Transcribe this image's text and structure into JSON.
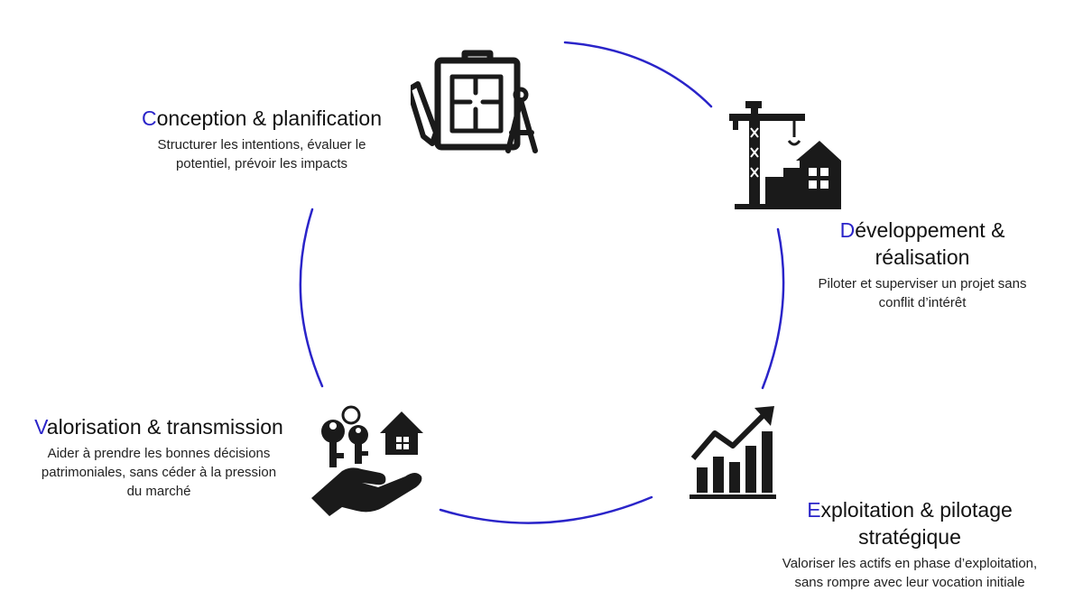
{
  "cycle_color": "#2a24c9",
  "icon_color": "#1a1a1a",
  "stages": {
    "conception": {
      "initial": "C",
      "title_rest": "onception & planification",
      "desc_lines": [
        "Structurer les intentions, évaluer le",
        "potentiel, prévoir les impacts"
      ],
      "icon": "blueprint-drafting-icon"
    },
    "developpement": {
      "initial": "D",
      "title_line1_rest": "éveloppement &",
      "title_line2": "réalisation",
      "desc_lines": [
        "Piloter et superviser un projet sans",
        "conflit d’intérêt"
      ],
      "icon": "construction-crane-icon"
    },
    "exploitation": {
      "initial": "E",
      "title_line1_rest": "xploitation & pilotage",
      "title_line2": "stratégique",
      "desc_lines": [
        "Valoriser les actifs en phase d’exploitation,",
        "sans rompre avec leur vocation initiale"
      ],
      "icon": "growth-chart-icon"
    },
    "valorisation": {
      "initial": "V",
      "title_rest": "alorisation & transmission",
      "desc_lines": [
        "Aider à prendre les bonnes décisions",
        "patrimoniales, sans céder à la pression",
        "du marché"
      ],
      "icon": "keys-house-hand-icon"
    }
  }
}
